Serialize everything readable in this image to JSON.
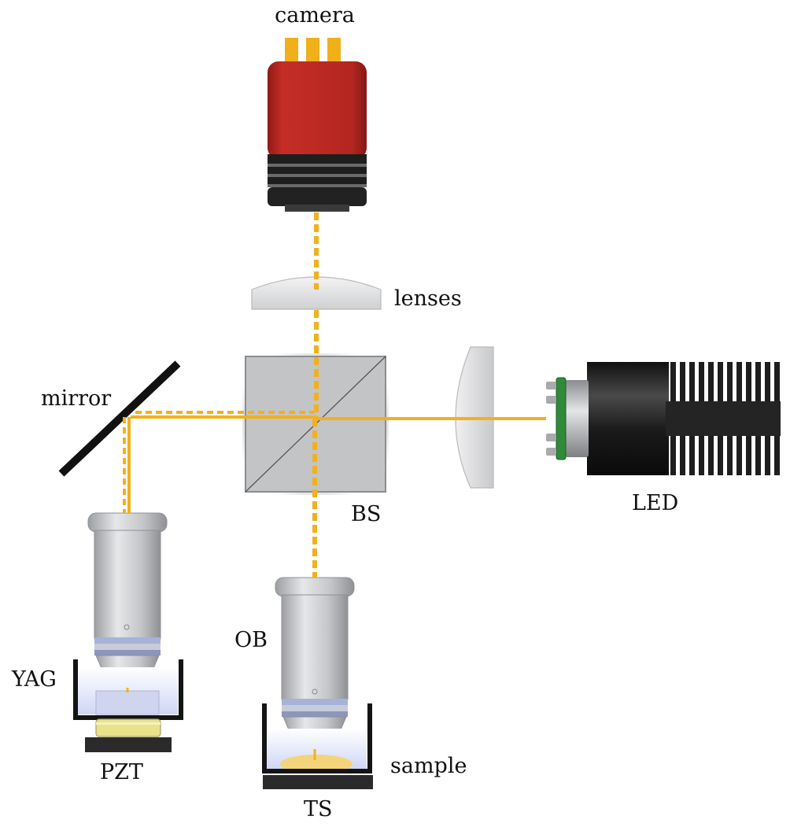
{
  "labels": {
    "camera": "camera",
    "lenses": "lenses",
    "mirror": "mirror",
    "bs": "BS",
    "led": "LED",
    "ob": "OB",
    "yag": "YAG",
    "pzt": "PZT",
    "sample": "sample",
    "ts": "TS"
  },
  "colors": {
    "beam": "#f2b01e",
    "camera_body": "#b22520",
    "camera_base": "#2a2a2a",
    "mirror": "#111111",
    "objective": "#c9cacc",
    "led_body": "#1e1e1e",
    "sample": "#f4d47a"
  }
}
